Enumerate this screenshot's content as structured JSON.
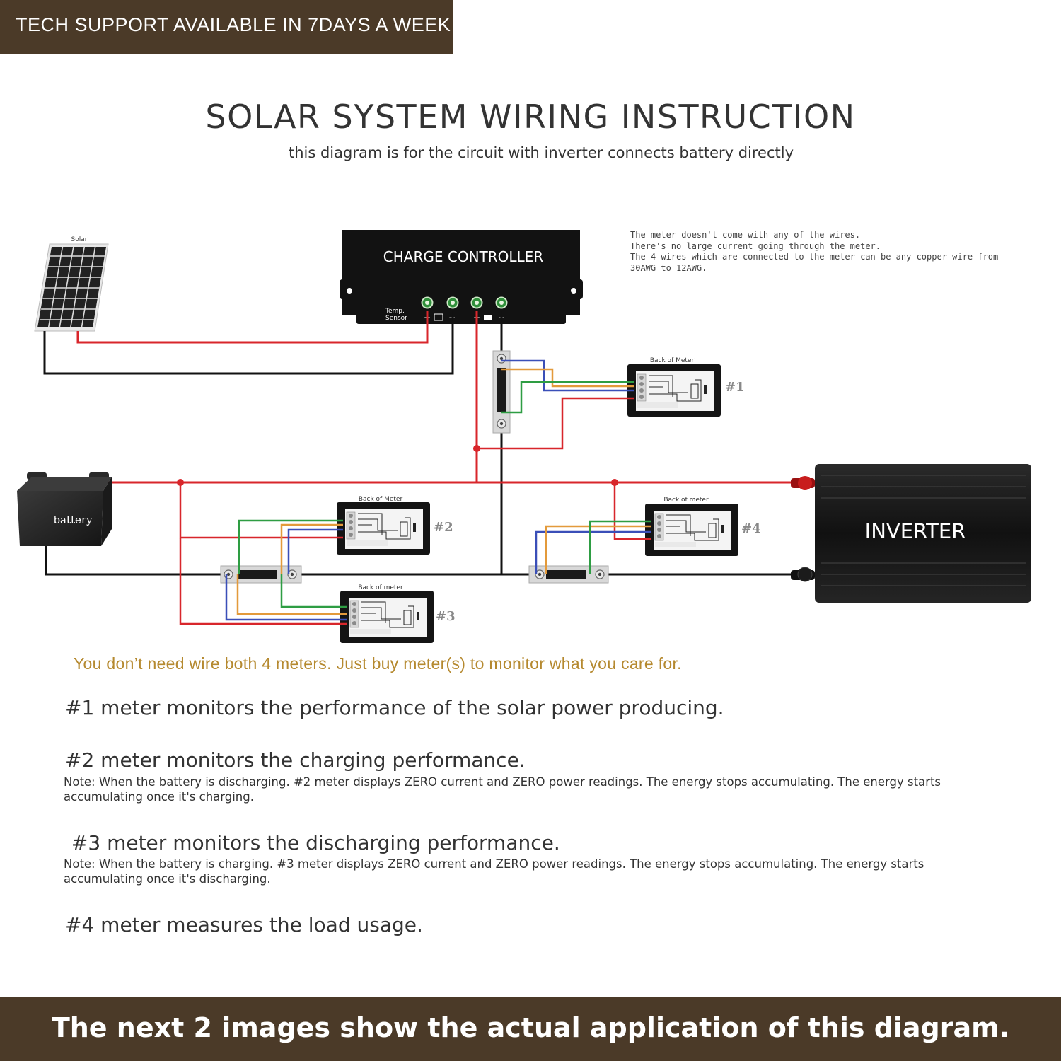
{
  "banner_top": "TECH SUPPORT AVAILABLE IN 7DAYS A WEEK",
  "title": "SOLAR SYSTEM WIRING INSTRUCTION",
  "subtitle": "this diagram is for the circuit with inverter connects battery directly",
  "meter_note_lines": [
    "The meter doesn't come with any of the wires.",
    "There's no large current going through the meter.",
    "The 4 wires which are connected to the meter can be any copper wire from",
    "30AWG to 12AWG."
  ],
  "diagram": {
    "solar_label": "Solar",
    "controller_label": "CHARGE CONTROLLER",
    "temp_sensor_line1": "Temp.",
    "temp_sensor_line2": "Sensor",
    "battery_label": "battery",
    "inverter_label": "INVERTER",
    "meter_back_label_upper": "Back of Meter",
    "meter_back_label_lower": "Back of meter",
    "meter_1": "#1",
    "meter_2": "#2",
    "meter_3": "#3",
    "meter_4": "#4",
    "wire_colors": {
      "positive": "#d8262b",
      "negative": "#111111",
      "orange": "#e39a3b",
      "blue": "#3a4fb8",
      "green": "#2e9d43"
    }
  },
  "tip": "You don’t need wire both 4 meters. Just buy meter(s) to monitor what you care for.",
  "items": [
    {
      "heading": "#1 meter monitors the performance of the solar power producing.",
      "note": ""
    },
    {
      "heading": "#2 meter monitors the charging performance.",
      "note": "Note: When the battery is discharging. #2 meter displays ZERO current and ZERO power readings. The energy stops accumulating. The energy starts accumulating once it's charging."
    },
    {
      "heading": " #3 meter monitors the discharging performance.",
      "note": "Note: When the battery is charging. #3 meter displays ZERO current and ZERO power readings. The energy stops accumulating. The energy starts accumulating once it's discharging."
    },
    {
      "heading": "#4 meter measures the load usage.",
      "note": ""
    }
  ],
  "banner_bottom": "The next 2 images show the actual application of this diagram."
}
